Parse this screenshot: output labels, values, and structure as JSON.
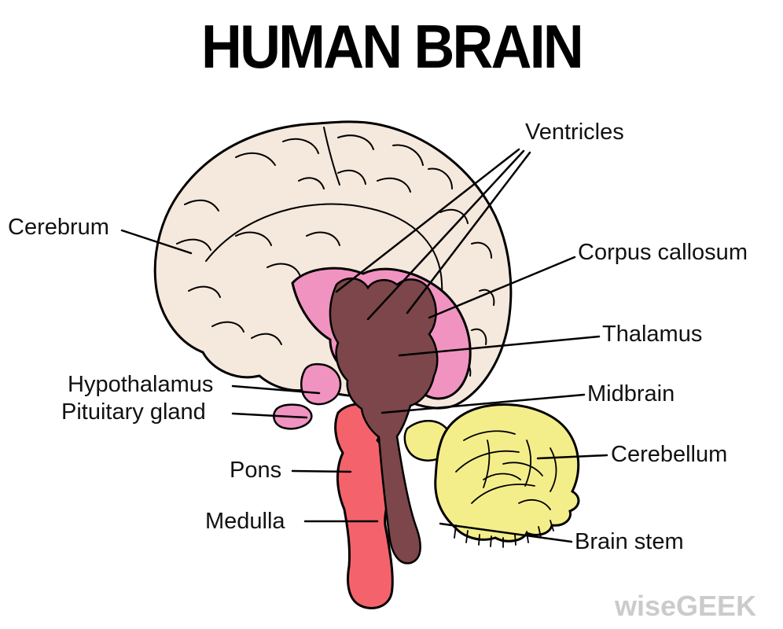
{
  "title": "HUMAN BRAIN",
  "watermark": "wiseGEEK",
  "labels": {
    "ventricles": "Ventricles",
    "cerebrum": "Cerebrum",
    "corpus_callosum": "Corpus callosum",
    "thalamus": "Thalamus",
    "hypothalamus": "Hypothalamus",
    "pituitary_gland": "Pituitary gland",
    "midbrain": "Midbrain",
    "pons": "Pons",
    "cerebellum": "Cerebellum",
    "medulla": "Medulla",
    "brain_stem": "Brain stem"
  },
  "colors": {
    "cerebrum": "#f5e8dc",
    "corpus_callosum": "#f193c1",
    "inner_brain": "#7c464b",
    "brain_stem": "#f4636c",
    "cerebellum": "#f3ee8a",
    "outline": "#000000",
    "watermark": "#cbcbcb",
    "background": "#ffffff"
  }
}
